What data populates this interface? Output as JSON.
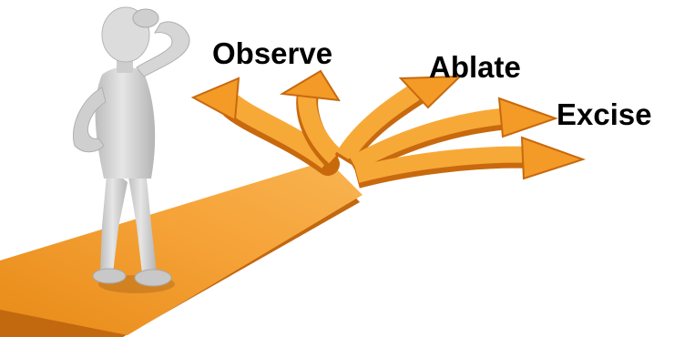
{
  "colors": {
    "arrow_top": "#f7a938",
    "arrow_side": "#c8690e",
    "road": "#f29a28",
    "road_shadow": "#c2680f",
    "figure": "#d8d8d8",
    "figure_shade": "#a9a9a9",
    "background": "#ffffff",
    "label_text": "#000000"
  },
  "figure": {
    "icon": "thinking-person-icon"
  },
  "choices": [
    {
      "label": "Observe"
    },
    {
      "label": "Ablate"
    },
    {
      "label": "Excise"
    }
  ]
}
